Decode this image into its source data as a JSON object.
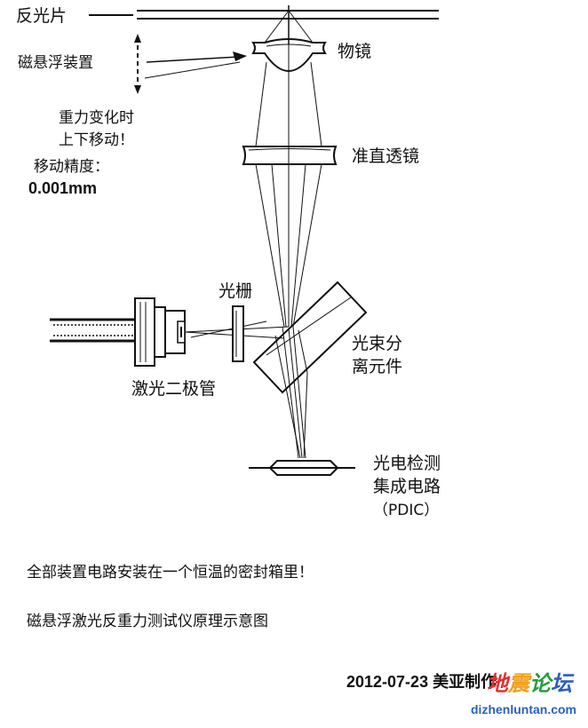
{
  "labels": {
    "reflector": "反光片",
    "maglev": "磁悬浮装置",
    "gravity_line1": "重力变化时",
    "gravity_line2": "上下移动！",
    "precision_label": "移动精度：",
    "precision_value": "0.001mm",
    "objective": "物镜",
    "collimator": "准直透镜",
    "grating": "光栅",
    "beam_splitter_line1": "光束分",
    "beam_splitter_line2": "离元件",
    "laser_diode": "激光二极管",
    "pdic_line1": "光电检测",
    "pdic_line2": "集成电路",
    "pdic_line3": "（PDIC）"
  },
  "notes": {
    "enclosure": "全部装置电路安装在一个恒温的密封箱里！",
    "title": "磁悬浮激光反重力测试仪原理示意图",
    "author": "2012-07-23 美亚制作"
  },
  "watermark": {
    "text_cn": "地震论坛",
    "text_url": "dizhenluntan.com",
    "colors": [
      "#e03030",
      "#f0a020",
      "#2a9a40",
      "#2a5fc0"
    ]
  }
}
